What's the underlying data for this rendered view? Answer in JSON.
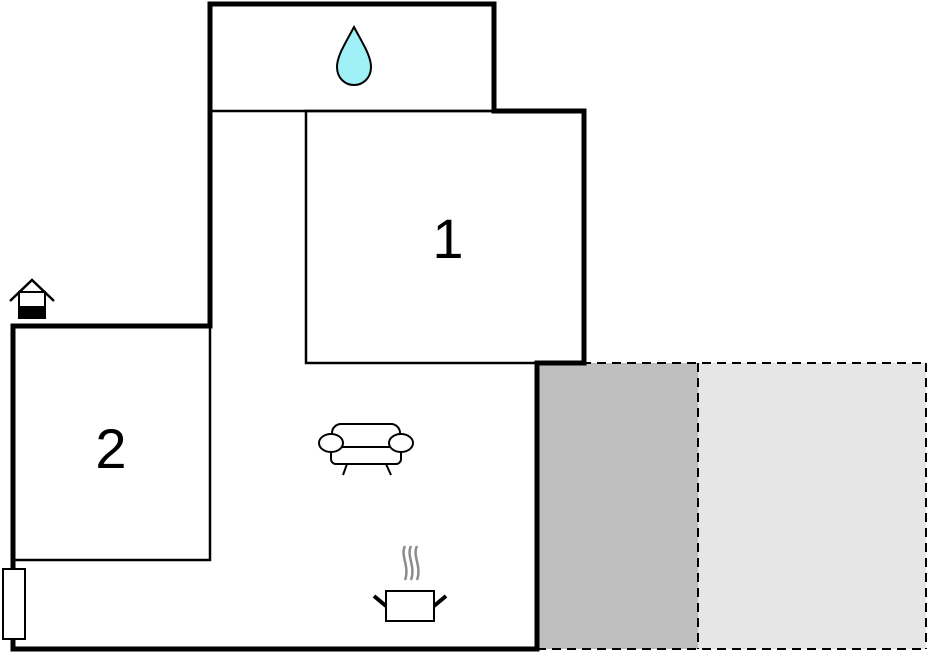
{
  "rooms": [
    {
      "id": "room-1",
      "label": "1",
      "kind": "bedroom"
    },
    {
      "id": "room-2",
      "label": "2",
      "kind": "bedroom"
    }
  ],
  "icons": {
    "bathroom": "water-drop-icon",
    "living": "sofa-icon",
    "kitchen": "cooking-pot-icon",
    "entrance": "house-entrance-icon",
    "heater": "radiator-icon"
  },
  "colors": {
    "wall": "#000000",
    "background": "#ffffff",
    "water": "#9ff1f7",
    "terrace_covered": "#bfbfbf",
    "terrace_open": "#e6e6e6",
    "steam": "#8c8c8c"
  }
}
